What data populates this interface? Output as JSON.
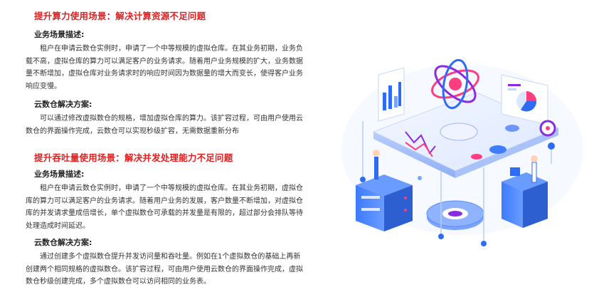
{
  "scenario1": {
    "title": "提升算力使用场景：解决计算资源不足问题",
    "desc_label": "业务场景描述:",
    "desc_text": "租户在申请云数仓实例时，申请了一个中等规模的虚拟仓库。在其业务初期，业务负载不高，虚拟仓库的算力可以满足客户的业务请求。随着用户业务规模的扩大，业务数据量不断增加，虚拟仓库对业务请求时的响应时间因为数据量的增大而变长，使得客户业务响应变慢。",
    "solution_label": "云数仓解决方案:",
    "solution_text": "可以通过修改虚拟数仓的规格，增加虚拟仓库的算力。该扩容过程，可由用户使用云数仓的界面操作完成，云数仓可以实现秒级扩容，无需数据重新分布"
  },
  "scenario2": {
    "title": "提升吞吐量使用场景：解决并发处理能力不足问题",
    "desc_label": "业务场景描述:",
    "desc_text": "租户在申请云数仓实例时，申请了一个中等规模的虚拟仓库。在其业务初期，虚拟仓库的算力可以满足客户的业务请求。随着用户业务的发展，客户数量不断增加，对虚拟仓库的并发请求量成倍增长，单个虚拟数仓可承载的并发量是有限的，超过部分会排队等待处理造成时间延迟。",
    "solution_label": "云数仓解决方案:",
    "solution_text": "通过创建多个虚拟数仓提升并发访问量和吞吐量。例如在1个虚拟数仓的基础上再新创建两个相同规格的虚拟数仓。该扩容过程，可由用户使用云数仓的界面操作完成，虚拟数仓秒级创建完成，多个虚拟数仓可以访问相同的业务表。"
  },
  "illustration": {
    "icon": "cloud-data-warehouse-isometric-illustration",
    "colors": {
      "blue": "#2f6cf5",
      "light_blue": "#dbe7ff",
      "purple": "#8a2be2",
      "pink": "#ff3d7f"
    }
  }
}
